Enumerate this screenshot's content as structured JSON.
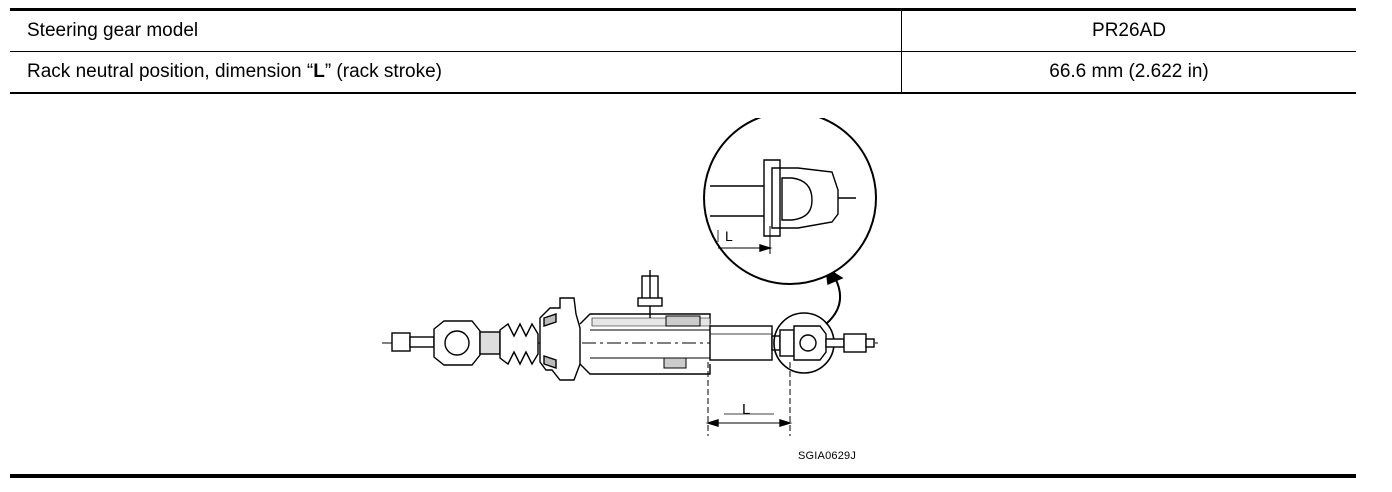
{
  "spec_table": {
    "rows": [
      {
        "label": "Steering gear model",
        "value": "PR26AD"
      },
      {
        "label_prefix": "Rack neutral position, dimension “",
        "label_bold": "L",
        "label_suffix": "” (rack stroke)",
        "value": "66.6 mm (2.622 in)"
      }
    ]
  },
  "figure": {
    "dimension_label": "L",
    "detail_dimension_label": "L",
    "figure_code": "SGIA0629J"
  }
}
